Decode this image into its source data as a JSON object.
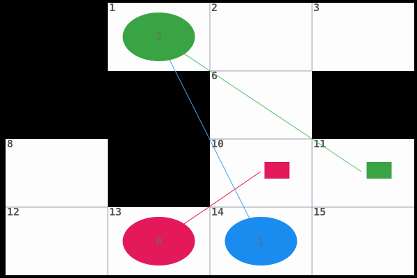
{
  "board": {
    "background": "#000000",
    "cell_color": "#fdfdfd",
    "grid_line_color": "#9a9fb0",
    "number_color": "#555555",
    "columns": 4,
    "rows": 4,
    "open_cells": [
      1,
      2,
      3,
      6,
      8,
      10,
      11,
      12,
      13,
      14,
      15
    ],
    "blocked_cells": [
      0,
      4,
      5,
      7,
      9
    ]
  },
  "pieces": [
    {
      "id": "0",
      "label": "0",
      "color": "#e3195b",
      "cell": 13
    },
    {
      "id": "1",
      "label": "1",
      "color": "#1a8cf0",
      "cell": 14
    },
    {
      "id": "2",
      "label": "2",
      "color": "#3aa343",
      "cell": 1
    }
  ],
  "targets": [
    {
      "piece": "0",
      "color": "#e3195b",
      "cell": 10
    },
    {
      "piece": "1",
      "color": "#1a8cf0",
      "cell": 14
    },
    {
      "piece": "2",
      "color": "#3aa343",
      "cell": 11
    }
  ],
  "links": [
    {
      "piece": "0",
      "color": "#e3195b",
      "from_cell": 13,
      "to_cell": 10
    },
    {
      "piece": "1",
      "color": "#4a9ee8",
      "from_cell": 14,
      "to_cell": 1
    },
    {
      "piece": "2",
      "color": "#5fb865",
      "from_cell": 1,
      "to_cell": 11
    }
  ]
}
